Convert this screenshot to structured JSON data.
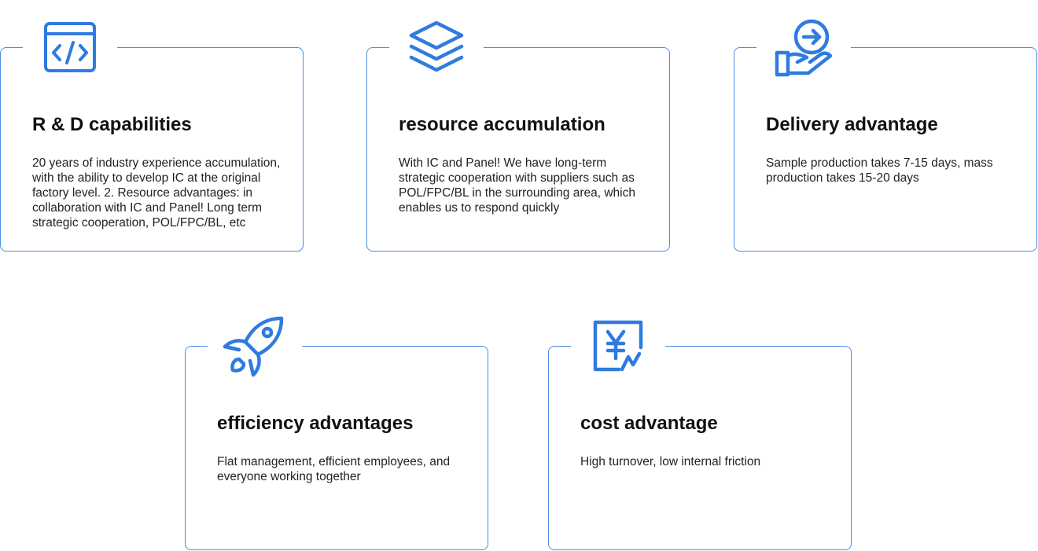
{
  "accent_color": "#2f7be0",
  "cards": [
    {
      "icon": "code-window-icon",
      "title": "R & D capabilities",
      "text": "20 years of industry experience accumulation, with the ability to develop IC at the original factory level. 2. Resource advantages: in collaboration with IC and Panel! Long term strategic cooperation, POL/FPC/BL, etc"
    },
    {
      "icon": "layers-stack-icon",
      "title": "resource accumulation",
      "text": "With IC and Panel! We have long-term strategic cooperation with suppliers such as POL/FPC/BL in the surrounding area, which enables us to respond quickly"
    },
    {
      "icon": "hand-delivery-icon",
      "title": "Delivery advantage",
      "text": "Sample production takes 7-15 days, mass production takes 15-20 days"
    },
    {
      "icon": "rocket-icon",
      "title": "efficiency advantages",
      "text": "Flat management, efficient employees, and everyone working together"
    },
    {
      "icon": "yen-chart-icon",
      "title": "cost advantage",
      "text": "High turnover, low internal friction"
    }
  ]
}
